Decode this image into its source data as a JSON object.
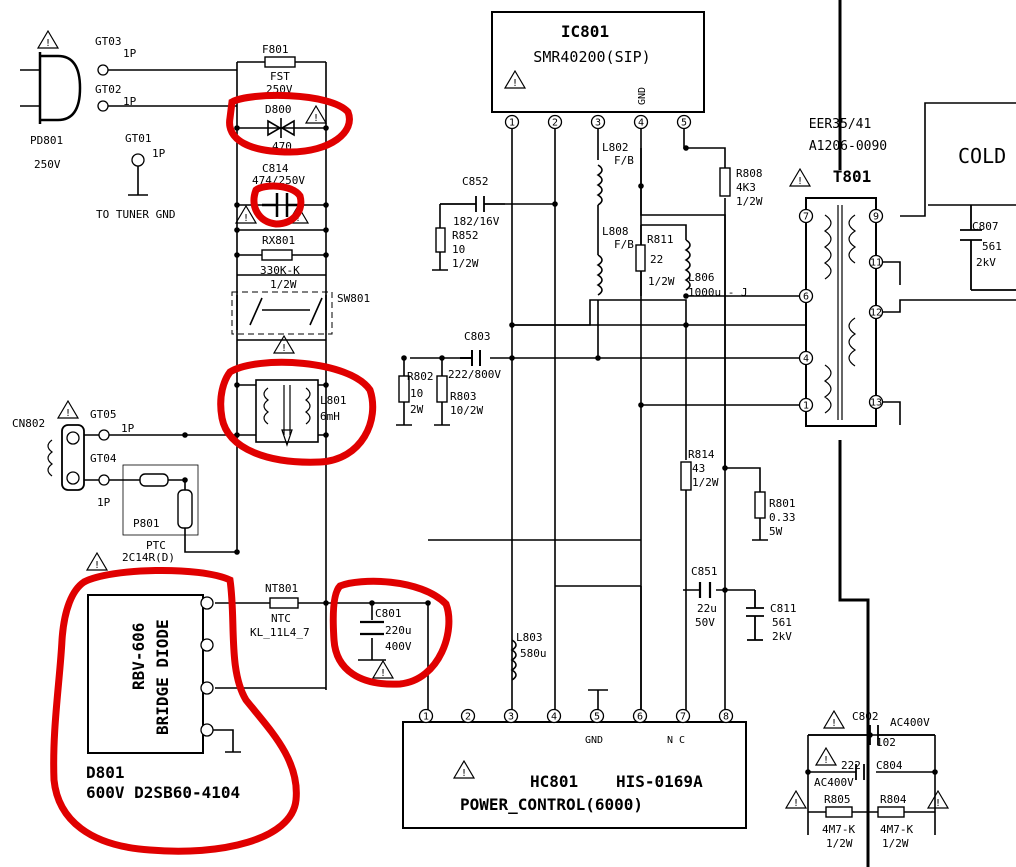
{
  "ic801": {
    "ref": "IC801",
    "part": "SMR40200(SIP)",
    "gnd": "GND",
    "pins": [
      "1",
      "2",
      "3",
      "4",
      "5"
    ]
  },
  "hc801": {
    "ref": "HC801",
    "part": "HIS-0169A",
    "label": "POWER_CONTROL(6000)",
    "gnd": "GND",
    "nc": "N C",
    "pins": [
      "1",
      "2",
      "3",
      "4",
      "5",
      "6",
      "7",
      "8"
    ]
  },
  "t801": {
    "ref": "T801",
    "core": "EER35/41",
    "part": "A1206-0090",
    "pins": [
      "7",
      "6",
      "4",
      "1",
      "9",
      "11",
      "12",
      "13"
    ]
  },
  "cold": "COLD",
  "plug": {
    "pd": "PD801",
    "volt": "250V",
    "gt03": "GT03",
    "gt02": "GT02",
    "gt01": "GT01",
    "p1a": "1P",
    "p1b": "1P",
    "p1c": "1P",
    "tuner": "TO TUNER GND"
  },
  "f801": {
    "ref": "F801",
    "a": "FST",
    "b": "250V"
  },
  "d800": {
    "ref": "D800",
    "val": "470"
  },
  "c814": {
    "ref": "C814",
    "val": "474/250V"
  },
  "rx801": {
    "ref": "RX801",
    "val": "330K-K",
    "w": "1/2W"
  },
  "sw801": "SW801",
  "l801": {
    "ref": "L801",
    "val": "6mH"
  },
  "cn802": {
    "ref": "CN802",
    "gt05": "GT05",
    "gt04": "GT04",
    "p1a": "1P",
    "p1b": "1P"
  },
  "p801": {
    "ref": "P801",
    "a": "PTC",
    "b": "2C14R(D)"
  },
  "nt801": {
    "ref": "NT801",
    "a": "NTC",
    "b": "KL_11L4_7"
  },
  "c801": {
    "ref": "C801",
    "val": "220u",
    "v": "400V"
  },
  "d801": {
    "a": "RBV-606",
    "b": "BRIDGE DIODE",
    "ref": "D801",
    "part": "600V  D2SB60-4104"
  },
  "c852": {
    "ref": "C852",
    "val": "182/16V"
  },
  "r852": {
    "ref": "R852",
    "val": "10",
    "w": "1/2W"
  },
  "l802": {
    "ref": "L802",
    "val": "F/B"
  },
  "l808": {
    "ref": "L808",
    "val": "F/B"
  },
  "r811": {
    "ref": "R811",
    "val": "22",
    "w": "1/2W"
  },
  "l806": {
    "ref": "L806",
    "val": "1000u - J"
  },
  "r808": {
    "ref": "R808",
    "val": "4K3",
    "w": "1/2W"
  },
  "c807": {
    "ref": "C807",
    "val": "561",
    "v": "2kV"
  },
  "c803": {
    "ref": "C803",
    "val": "222/800V"
  },
  "r802": {
    "ref": "R802",
    "val": "10",
    "w": "2W"
  },
  "r803": {
    "ref": "R803",
    "val": "10/2W"
  },
  "r814": {
    "ref": "R814",
    "val": "43",
    "w": "1/2W"
  },
  "r801": {
    "ref": "R801",
    "val": "0.33",
    "w": "5W"
  },
  "c851": {
    "ref": "C851",
    "val": "22u",
    "v": "50V"
  },
  "c811": {
    "ref": "C811",
    "val": "561",
    "v": "2kV"
  },
  "l803": {
    "ref": "L803",
    "val": "580u"
  },
  "c802": {
    "ref": "C802",
    "val": "102",
    "v": "AC400V"
  },
  "c804": {
    "ref": "C804",
    "val": "222",
    "v": "AC400V"
  },
  "r805": {
    "ref": "R805",
    "val": "4M7-K",
    "w": "1/2W"
  },
  "r804": {
    "ref": "R804",
    "val": "4M7-K",
    "w": "1/2W"
  }
}
